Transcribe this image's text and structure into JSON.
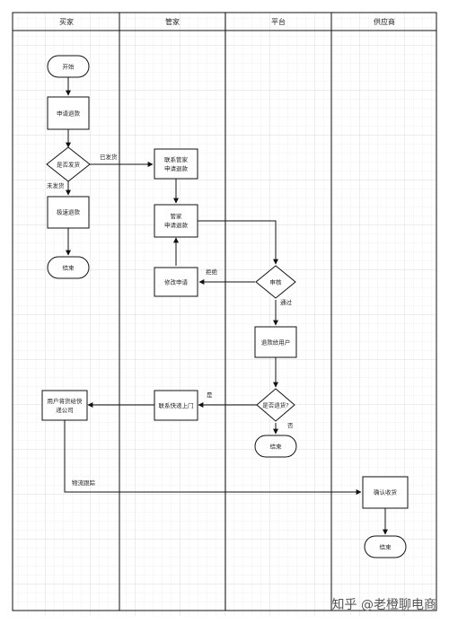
{
  "lanes": [
    "买家",
    "管家",
    "平台",
    "供应商"
  ],
  "nodes": {
    "start": "开始",
    "apply_refund": "申请退款",
    "shipped_q": "是否发货",
    "express_refund": "极速退款",
    "end_buyer": "结束",
    "contact_steward_l1": "联系管家",
    "contact_steward_l2": "申请退款",
    "steward_refund_l1": "管家",
    "steward_refund_l2": "申请退款",
    "modify_request": "修改申请",
    "review": "审核",
    "refund_user": "退款给用户",
    "returned_q": "是否退货?",
    "end_platform": "结束",
    "contact_courier": "联系快递上门",
    "ship_back_l1": "用户将货给快",
    "ship_back_l2": "递公司",
    "confirm_receipt": "确认收货",
    "end_supplier": "结束"
  },
  "edge_labels": {
    "shipped": "已发货",
    "not_shipped": "未发货",
    "reject": "拒绝",
    "approve": "通过",
    "yes": "是",
    "no": "否",
    "logistics": "物流跟踪"
  },
  "watermark": "知乎 @老橙聊电商",
  "colors": {
    "line": "#111111",
    "grid_minor": "#e4e4e4",
    "grid_major": "#cfcfcf",
    "fill": "#ffffff"
  }
}
